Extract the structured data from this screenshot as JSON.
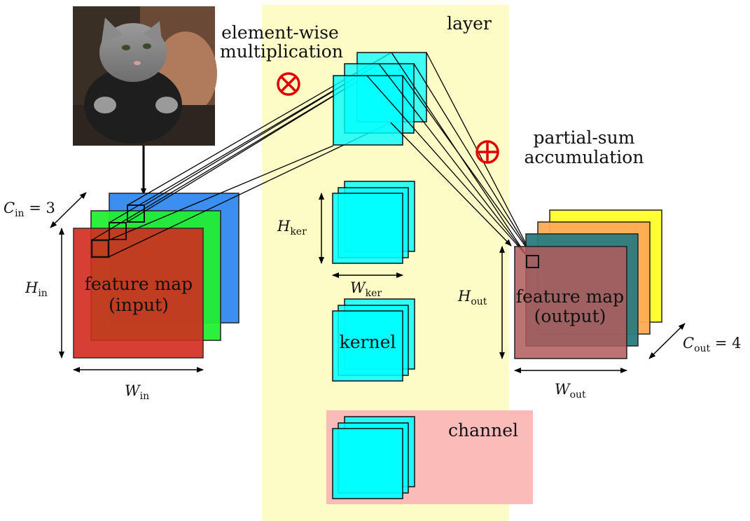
{
  "labels": {
    "layer": "layer",
    "elementwise_line1": "element-wise",
    "elementwise_line2": "multiplication",
    "partialsum_line1": "partial-sum",
    "partialsum_line2": "accumulation",
    "kernel": "kernel",
    "channel": "channel",
    "fmap_input_line1": "feature map",
    "fmap_input_line2": "(input)",
    "fmap_output_line1": "feature map",
    "fmap_output_line2": "(output)"
  },
  "math": {
    "c_in": {
      "base": "C",
      "sub": "in",
      "rest": " = 3"
    },
    "h_in": {
      "base": "H",
      "sub": "in"
    },
    "w_in": {
      "base": "W",
      "sub": "in"
    },
    "h_ker": {
      "base": "H",
      "sub": "ker"
    },
    "w_ker": {
      "base": "W",
      "sub": "ker"
    },
    "h_out": {
      "base": "H",
      "sub": "out"
    },
    "w_out": {
      "base": "W",
      "sub": "out"
    },
    "c_out": {
      "base": "C",
      "sub": "out",
      "rest": " = 4"
    }
  },
  "symbols": {
    "multiply": "⊗",
    "accumulate": "⊕"
  },
  "colors": {
    "layer_bg": "#fdfbc6",
    "channel_bg": "#fbbcb9",
    "kernel": "#00ffff",
    "input_channels": [
      "#3b8ff0",
      "#22ee33",
      "#ff2222"
    ],
    "output_channels": [
      "#ffff33",
      "#ffaa55",
      "#2a7b80",
      "#b05a5a"
    ],
    "operator": "#e00000"
  }
}
